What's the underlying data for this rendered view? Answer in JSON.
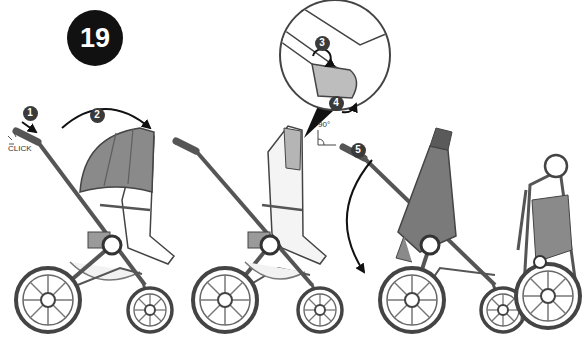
{
  "diagram": {
    "nodes": [
      {
        "text": [
          "19"
        ]
      },
      {
        "text": [
          "1"
        ]
      },
      {
        "text": [
          "2"
        ]
      },
      {
        "text": [
          "3"
        ]
      },
      {
        "text": [
          "4"
        ]
      },
      {
        "text": [
          "5"
        ]
      }
    ],
    "labels": [
      "CLICK",
      "90°"
    ]
  }
}
